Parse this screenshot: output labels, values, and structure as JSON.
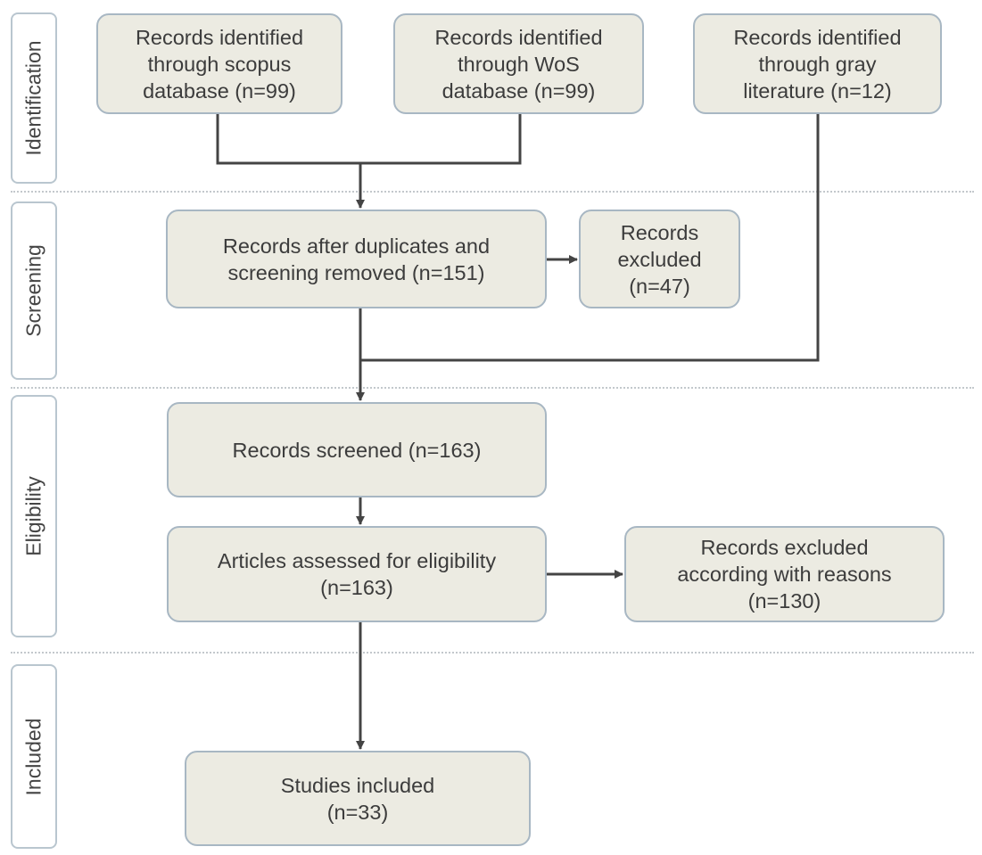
{
  "stages": {
    "identification": "Identification",
    "screening": "Screening",
    "eligibility": "Eligibility",
    "included": "Included"
  },
  "boxes": {
    "scopus": "Records identified\nthrough scopus\ndatabase (n=99)",
    "wos": "Records identified\nthrough WoS\ndatabase (n=99)",
    "gray": "Records identified\nthrough gray\nliterature (n=12)",
    "after_duplicates": "Records after duplicates and\nscreening removed (n=151)",
    "excluded_screening": "Records\nexcluded\n(n=47)",
    "screened": "Records screened (n=163)",
    "assessed": "Articles assessed for eligibility\n(n=163)",
    "excluded_reasons": "Records excluded\naccording with reasons\n(n=130)",
    "included": "Studies included\n(n=33)"
  }
}
